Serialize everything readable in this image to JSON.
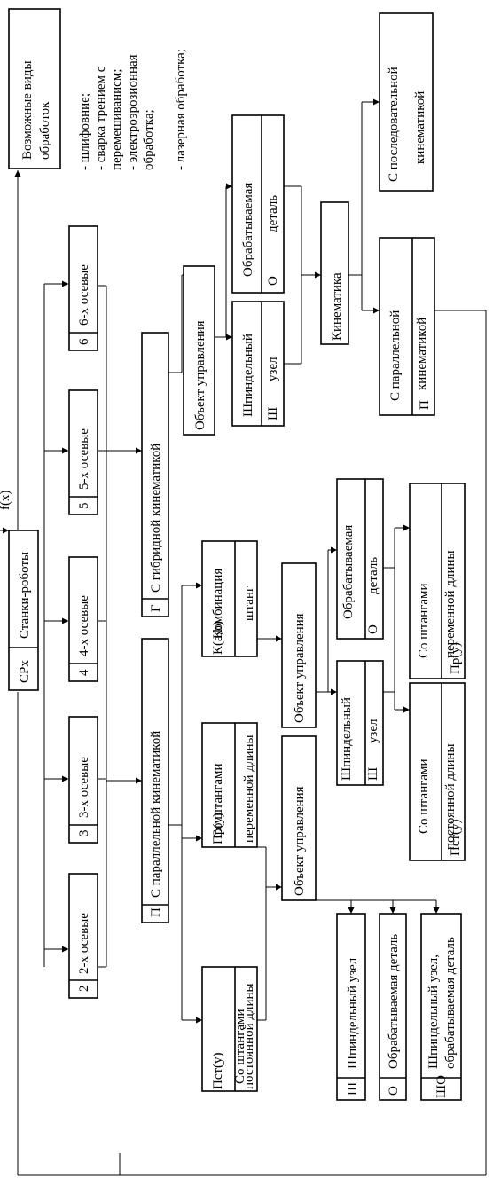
{
  "top": {
    "fx": "f(x)",
    "root_code": "СРх",
    "root_label": "Станки-роботы",
    "processing_title": [
      "Возможные виды",
      "обработок"
    ],
    "processing_list": [
      "- шлифовние;",
      "- сварка трением с",
      "  перемешиванисм;",
      "- электроэрозионная",
      "  обработка;",
      "- лазерная обработка;"
    ]
  },
  "axes": [
    {
      "code": "2",
      "label": "2-х осевые"
    },
    {
      "code": "3",
      "label": "3-х осевые"
    },
    {
      "code": "4",
      "label": "4-х осевые"
    },
    {
      "code": "5",
      "label": "5-х осевые"
    },
    {
      "code": "6",
      "label": "6-х осевые"
    }
  ],
  "parallel": {
    "code": "П",
    "label": "С параллельной кинематикой",
    "const_code": "Пст(у)",
    "const_label": [
      "Со штангами",
      "постоянной длины"
    ],
    "var_code": "Пр(у)",
    "var_label": [
      "Со штангами",
      "переменной длины"
    ],
    "combo_code": "К(а,b)",
    "combo_label": [
      "Комбинация",
      "штанг"
    ]
  },
  "control_object": "Объект управления",
  "outputs": [
    {
      "code": "Ш",
      "label": [
        "Шпиндельный узел"
      ]
    },
    {
      "code": "О",
      "label": [
        "Обрабатываемая деталь"
      ]
    },
    {
      "code": "ШО",
      "label": [
        "Шпиндельный узел,",
        "обрабатываемая деталь"
      ]
    }
  ],
  "combo_branch": {
    "spindle_code": "Ш",
    "spindle_label": [
      "Шпиндельный",
      "узел"
    ],
    "part_code": "О",
    "part_label": [
      "Обрабатываемая",
      "деталь"
    ],
    "const_code": "Пст(у)",
    "const_label": [
      "Со штангами",
      "постоянной длины"
    ],
    "var_code": "Пр(у)",
    "var_label": [
      "Со штангами",
      "переменной длины"
    ]
  },
  "hybrid": {
    "code": "Г",
    "label": "С гибридной кинематикой",
    "spindle_code": "Ш",
    "spindle_label": [
      "Шпиндельный",
      "узел"
    ],
    "part_code": "О",
    "part_label": [
      "Обрабатываемая",
      "деталь"
    ],
    "kinematics": "Кинематика",
    "par_code": "П",
    "par_label": [
      "С параллельной",
      "кинематикой"
    ],
    "seq_label": [
      "С последовательной",
      "кинематикой"
    ]
  }
}
